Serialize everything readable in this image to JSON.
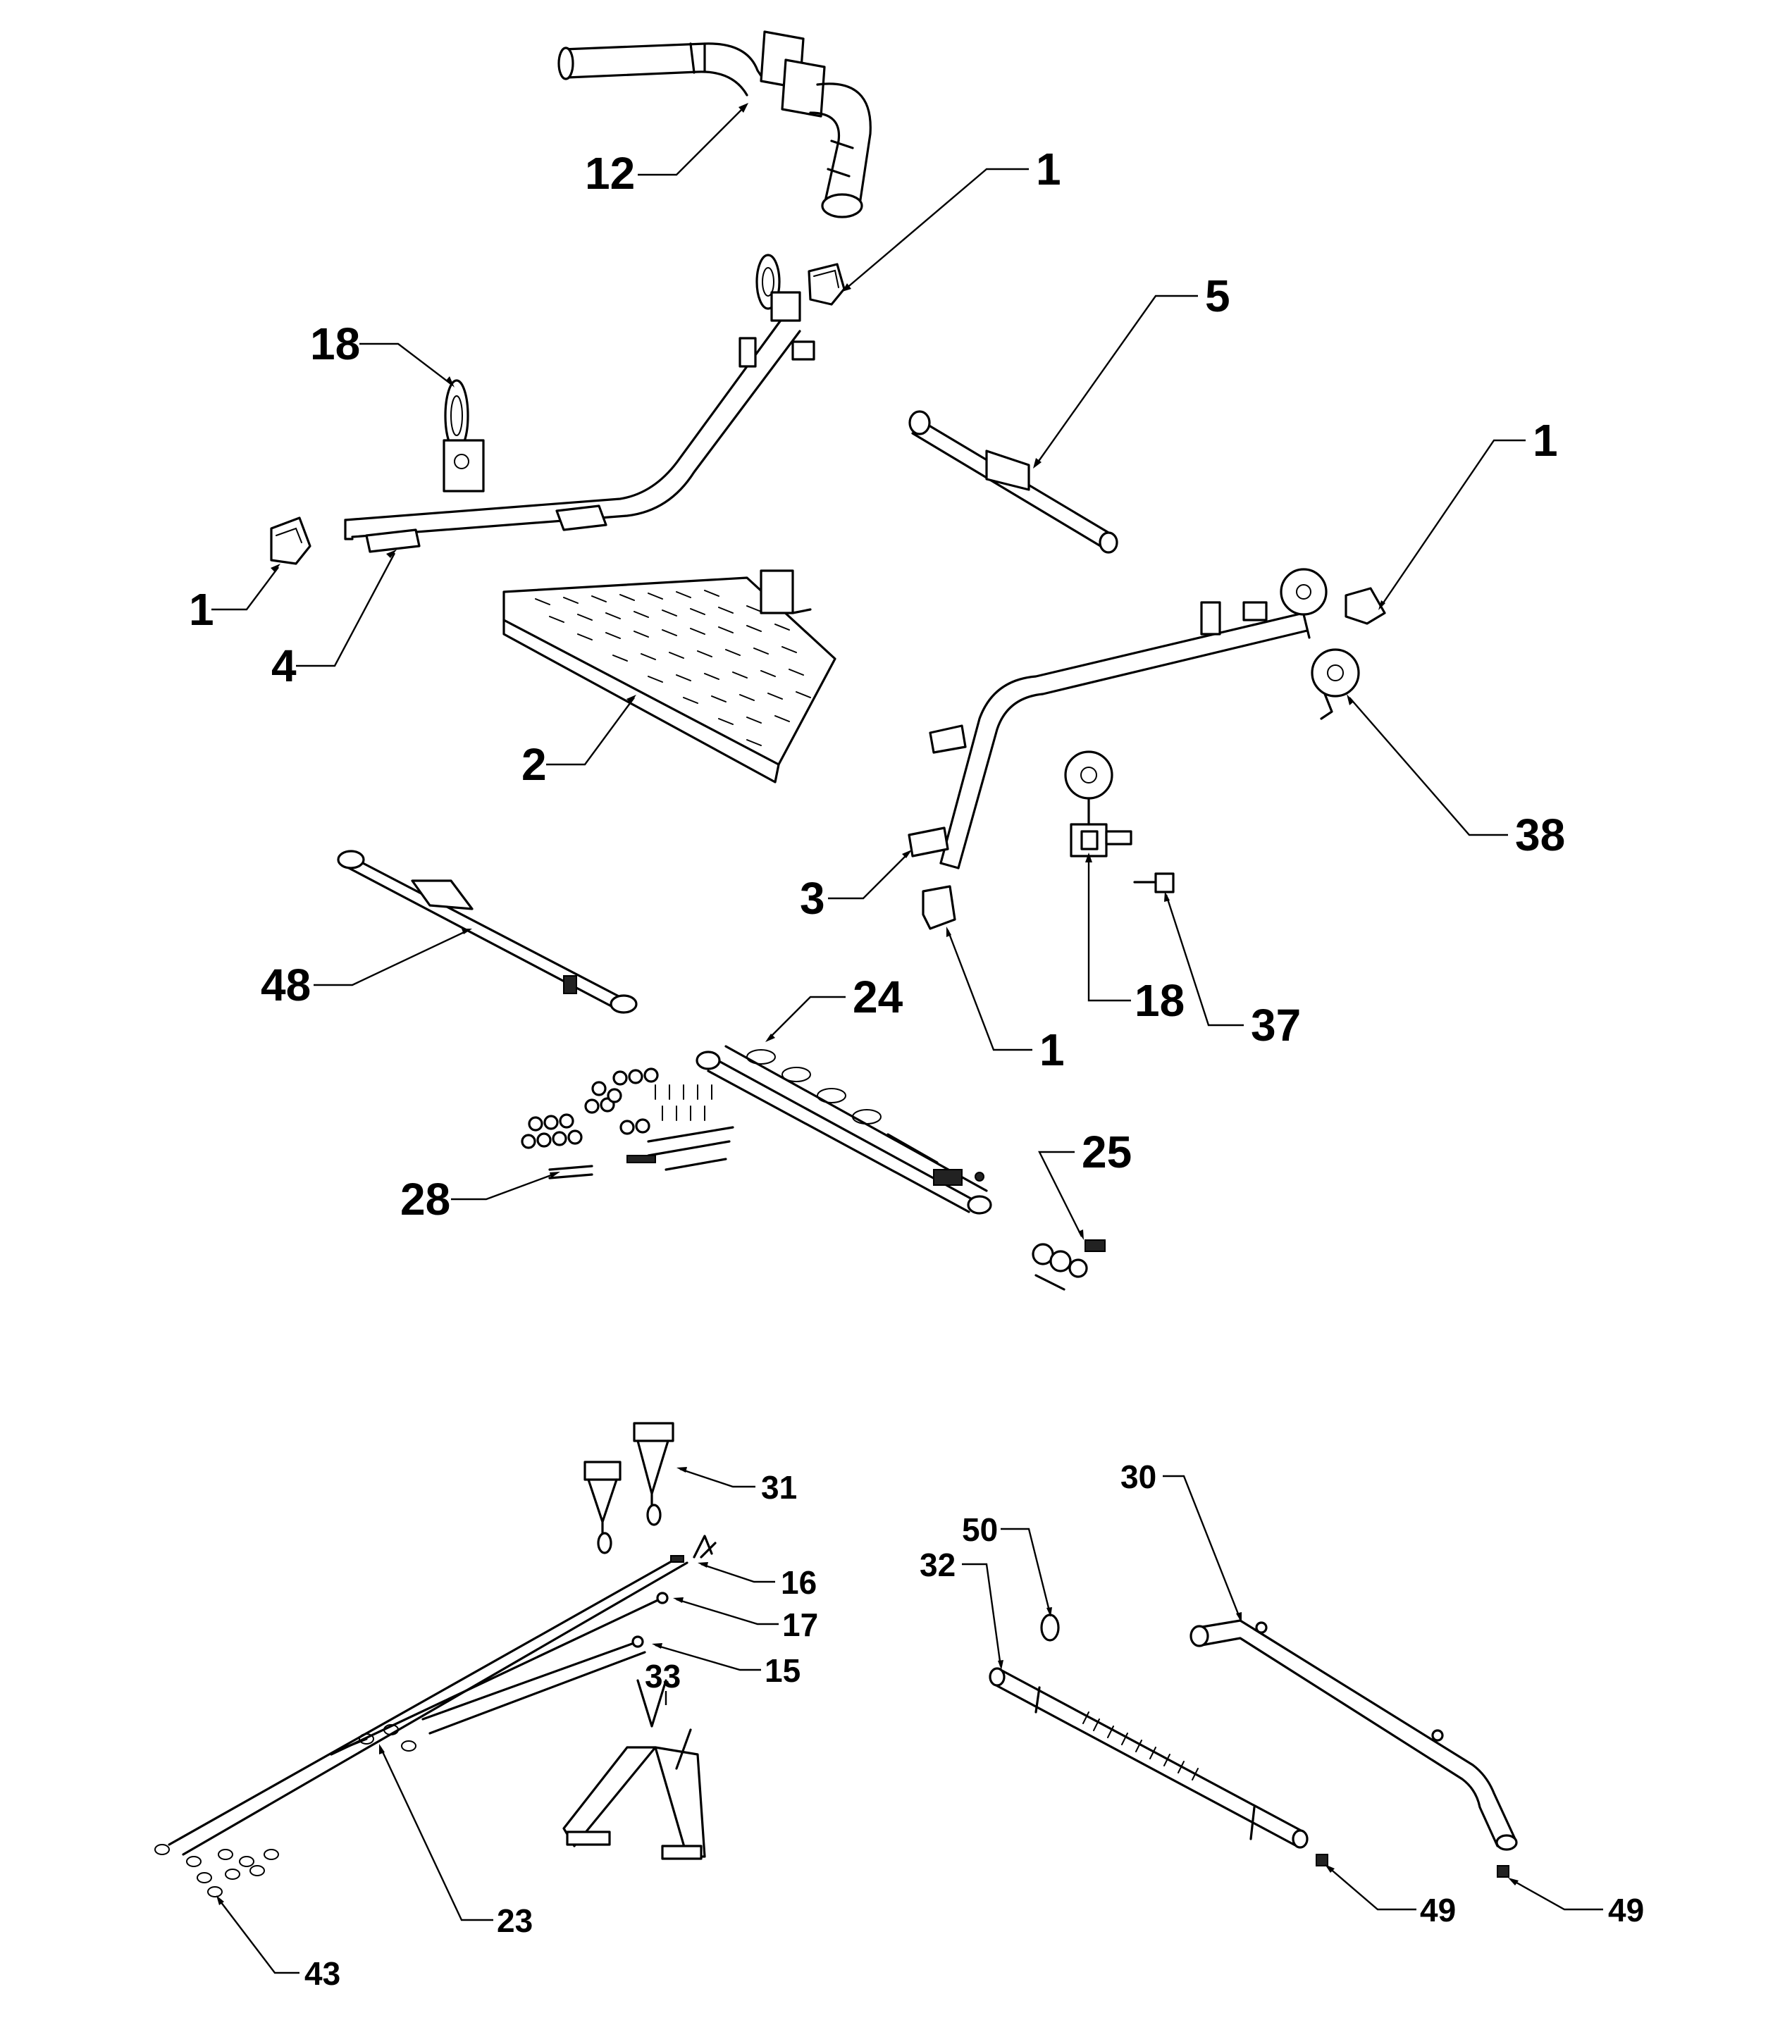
{
  "diagram": {
    "callouts": [
      {
        "id": "c12a",
        "label": "12"
      },
      {
        "id": "c1a",
        "label": "1"
      },
      {
        "id": "c5",
        "label": "5"
      },
      {
        "id": "c18a",
        "label": "18"
      },
      {
        "id": "c1b",
        "label": "1"
      },
      {
        "id": "c1c",
        "label": "1"
      },
      {
        "id": "c4",
        "label": "4"
      },
      {
        "id": "c2",
        "label": "2"
      },
      {
        "id": "c38",
        "label": "38"
      },
      {
        "id": "c3",
        "label": "3"
      },
      {
        "id": "c48",
        "label": "48"
      },
      {
        "id": "c24",
        "label": "24"
      },
      {
        "id": "c18b",
        "label": "18"
      },
      {
        "id": "c37",
        "label": "37"
      },
      {
        "id": "c1d",
        "label": "1"
      },
      {
        "id": "c25",
        "label": "25"
      },
      {
        "id": "c28",
        "label": "28"
      },
      {
        "id": "c31",
        "label": "31"
      },
      {
        "id": "c30",
        "label": "30"
      },
      {
        "id": "c16",
        "label": "16"
      },
      {
        "id": "c50",
        "label": "50"
      },
      {
        "id": "c32",
        "label": "32"
      },
      {
        "id": "c17",
        "label": "17"
      },
      {
        "id": "c15",
        "label": "15"
      },
      {
        "id": "c33",
        "label": "33"
      },
      {
        "id": "c49a",
        "label": "49"
      },
      {
        "id": "c49b",
        "label": "49"
      },
      {
        "id": "c23",
        "label": "23"
      },
      {
        "id": "c43",
        "label": "43"
      }
    ]
  }
}
